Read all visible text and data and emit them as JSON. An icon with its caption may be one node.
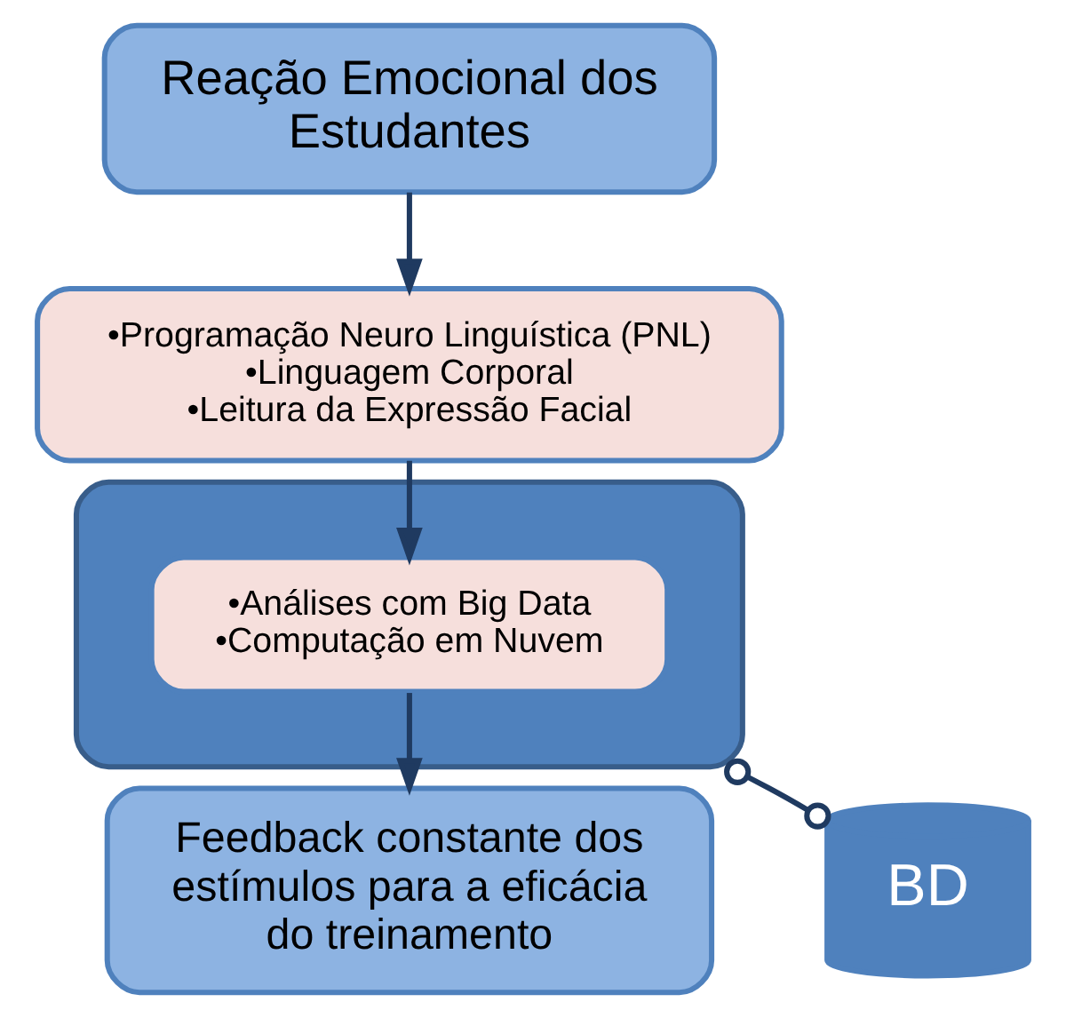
{
  "diagram": {
    "nodes": [
      {
        "text": [
          "Reação Emocional dos Estudantes"
        ]
      },
      {
        "text": [
          "•Programação Neuro Linguística (PNL)",
          "•Linguagem Corporal",
          "•Leitura da Expressão Facial"
        ]
      },
      {
        "text": [],
        "shape": "cloud"
      },
      {
        "text": [
          "•Análises com Big Data",
          "•Computação em Nuvem"
        ],
        "in": 2
      },
      {
        "text": [
          "BD"
        ]
      },
      {
        "text": [
          "Feedback constante dos estímulos para a eficácia do treinamento"
        ]
      }
    ],
    "edges": [
      {
        "from": 0,
        "to": 1,
        "arrow": "to"
      },
      {
        "from": 1,
        "to": 3,
        "arrow": "to"
      },
      {
        "from": 3,
        "to": 5,
        "arrow": "to"
      },
      {
        "from": 4,
        "to": 2,
        "arrow": "other"
      }
    ]
  }
}
